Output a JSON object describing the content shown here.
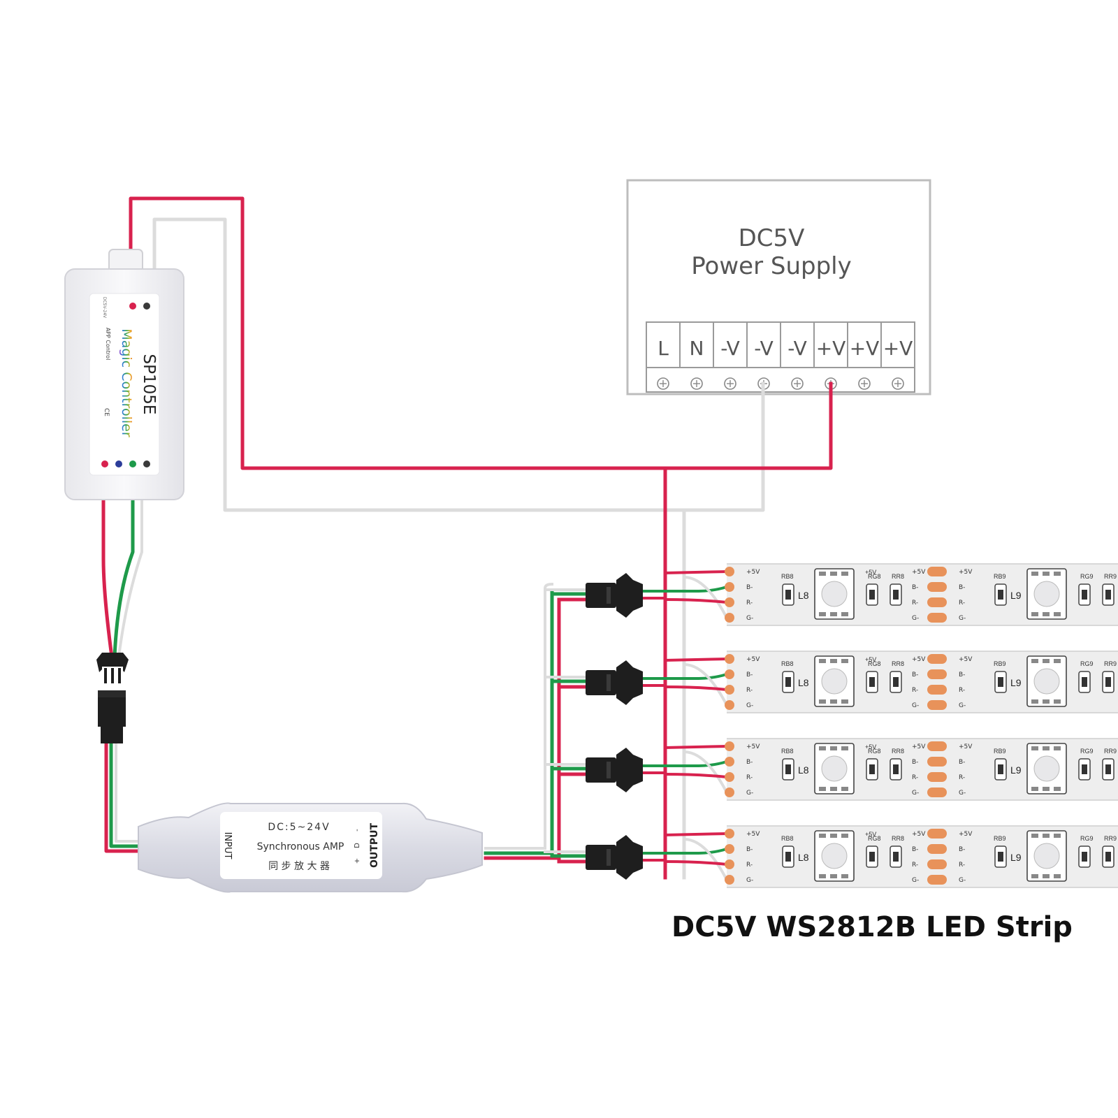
{
  "colors": {
    "wire_red": "#d8224e",
    "wire_green": "#1e9a4a",
    "wire_white": "#dcdcdc",
    "psu_border": "#bdbdbd",
    "psu_text": "#555555",
    "strip_body": "#eeeeee",
    "pad_orange": "#e8925a",
    "connector": "#1e1e1e"
  },
  "power_supply": {
    "title_line1": "DC5V",
    "title_line2": "Power Supply",
    "terminals": [
      "L",
      "N",
      "-V",
      "-V",
      "-V",
      "+V",
      "+V",
      "+V"
    ]
  },
  "controller": {
    "model": "SP105E",
    "name": "Magic Controller",
    "small_text": "APP Control",
    "header_small": "DC5V-24V",
    "cert": "CE",
    "input_dots": [
      "#3a3a3a",
      "#d8224e"
    ],
    "output_dots": [
      "#3a3a3a",
      "#1e9a4a",
      "#2c3d9a",
      "#d8224e"
    ]
  },
  "amplifier": {
    "left_label": "INPUT",
    "right_label": "OUTPUT",
    "voltage": "DC:5~24V",
    "name": "Synchronous AMP",
    "name_cn": "同 步 放 大 器",
    "pins": [
      "-",
      "D",
      "+"
    ]
  },
  "strips": {
    "caption": "DC5V WS2812B LED Strip",
    "count": 4,
    "pad_labels": [
      "+5V",
      "B-",
      "R-",
      "G-"
    ],
    "segment_a": {
      "led": "L8",
      "res1": "RB8",
      "res2": "RG8",
      "res3": "RR8"
    },
    "segment_b": {
      "led": "L9",
      "res1": "RB9",
      "res2": "RG9",
      "res3": "RR9"
    },
    "right_pad_label": "+5V"
  }
}
